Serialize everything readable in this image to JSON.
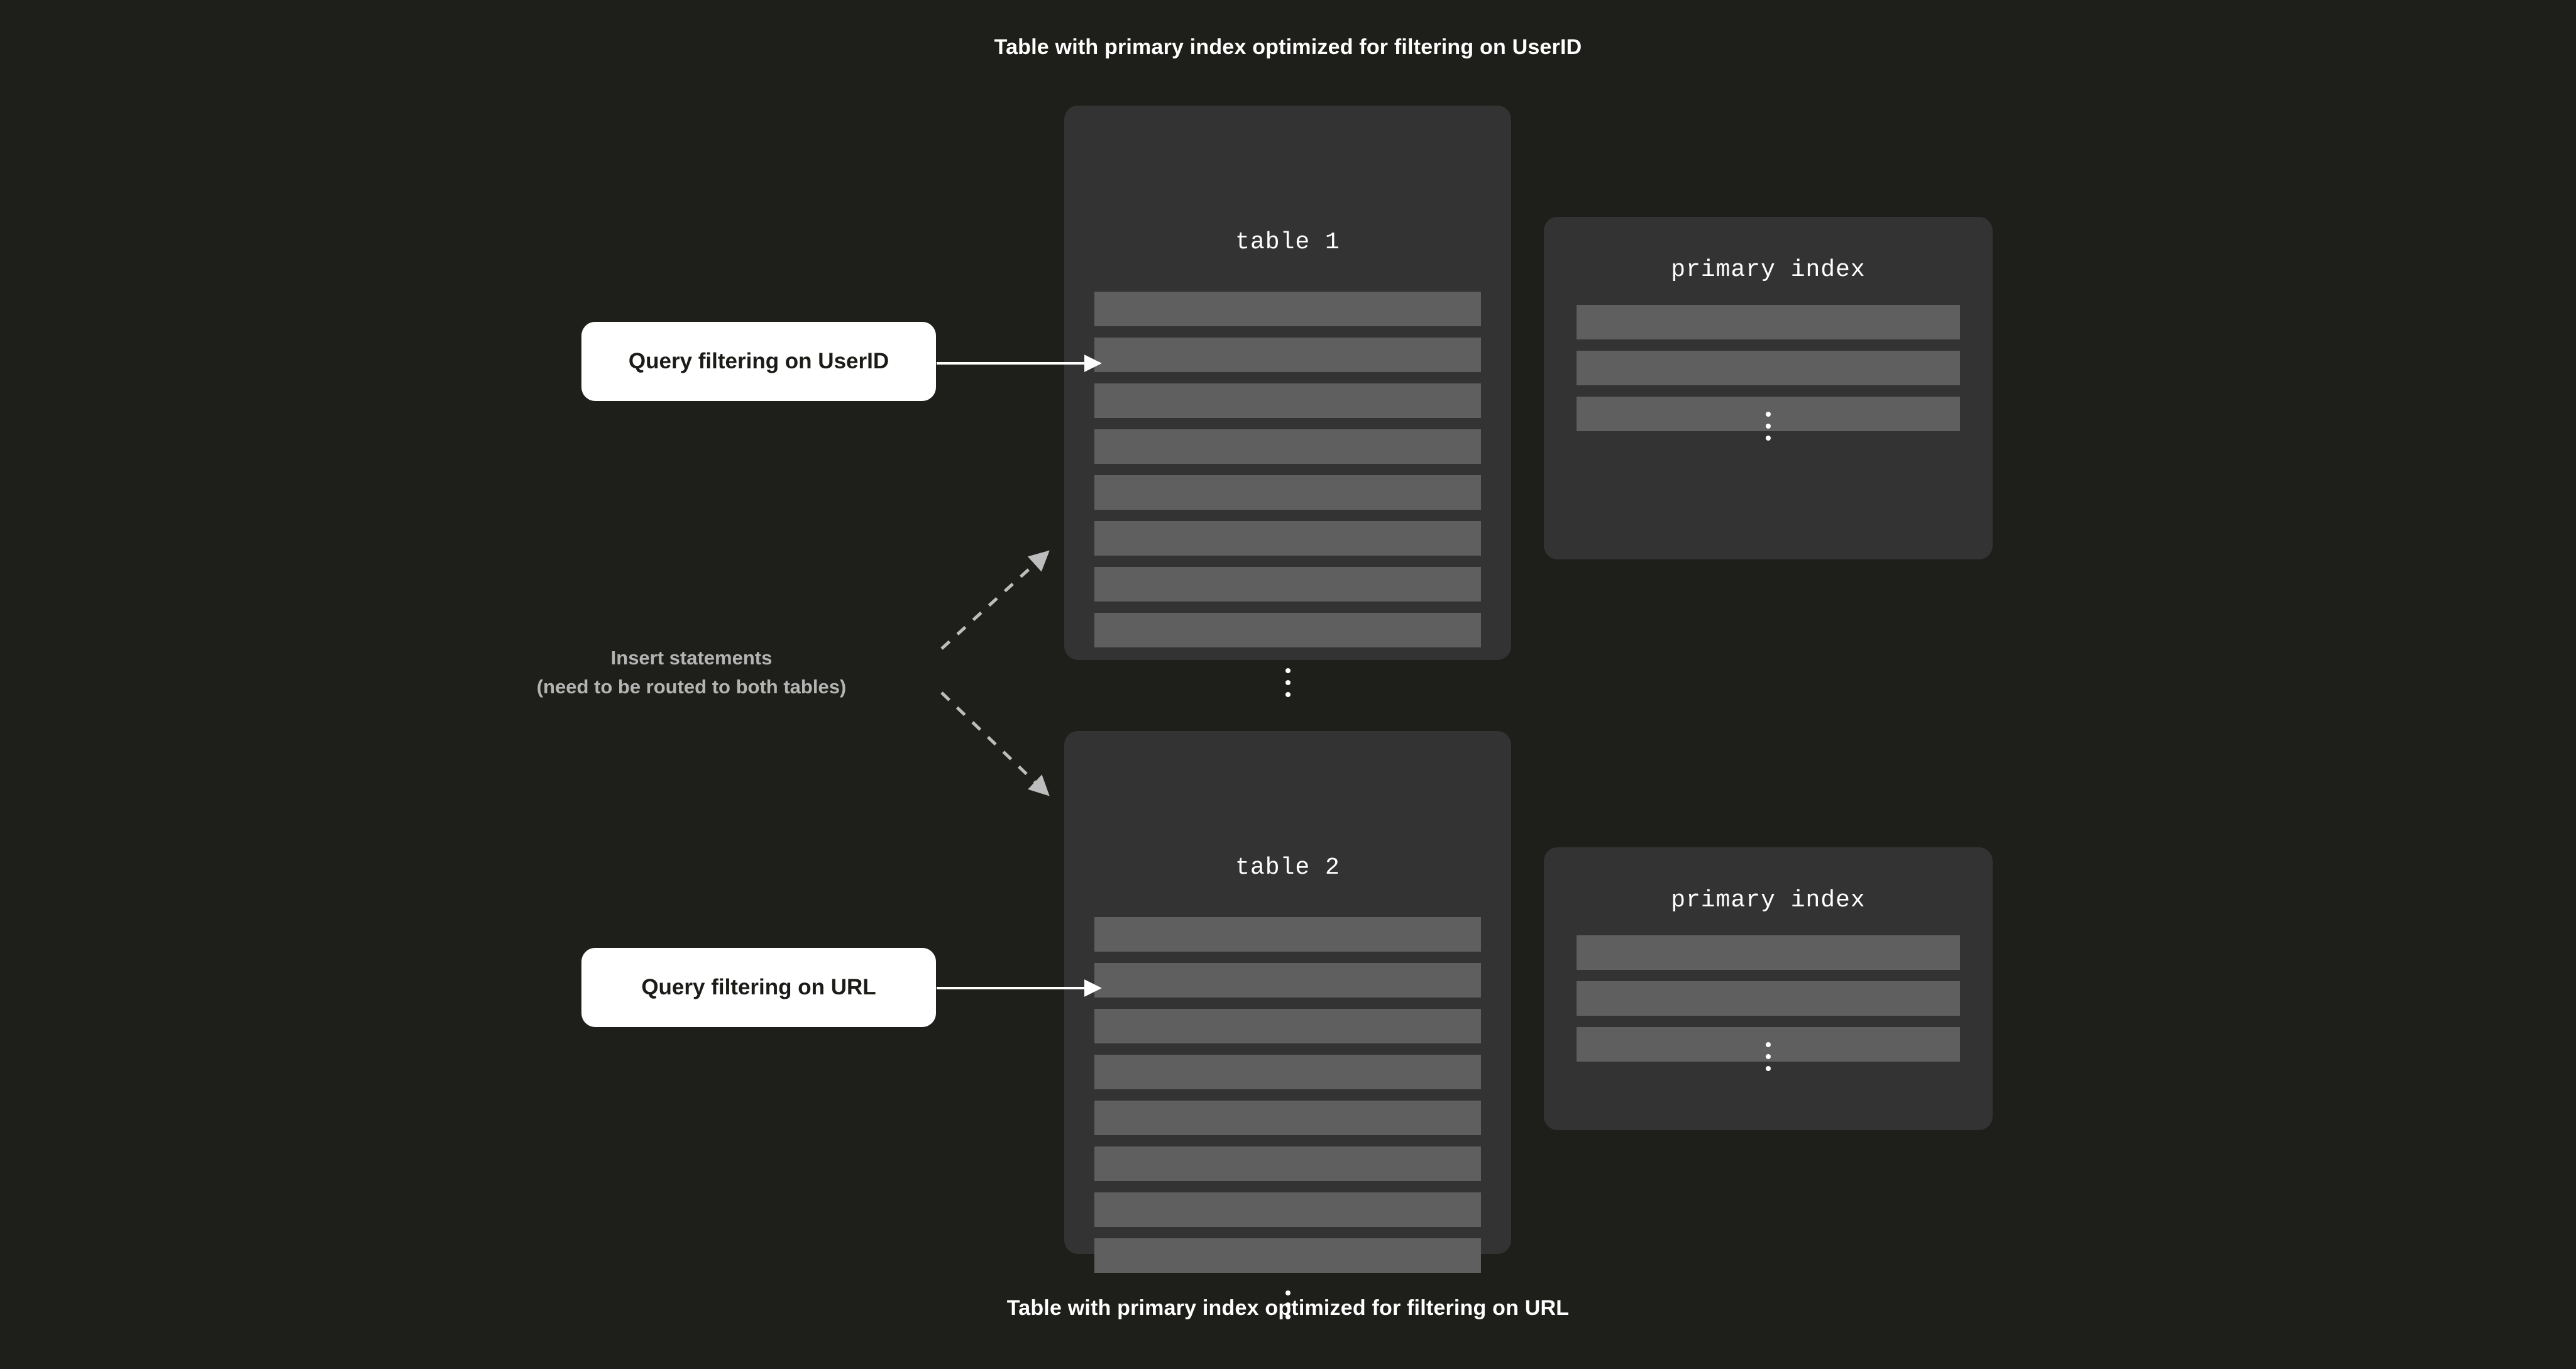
{
  "captions": {
    "top": "Table with primary index optimized for filtering on UserID",
    "bottom": "Table with primary index optimized for filtering on URL"
  },
  "colors": {
    "background": "#1e1e1a",
    "panel": "#333333",
    "row": "#5f5f5f",
    "callout_bg": "#ffffff",
    "callout_text": "#1b1b18",
    "arrow_solid": "#ffffff",
    "arrow_dashed": "#bdbdbd",
    "muted_text": "#b4b4b4"
  },
  "panels": {
    "table1": {
      "title": "table 1",
      "row_count": 8,
      "ellipsis": "vertical-ellipsis"
    },
    "table2": {
      "title": "table 2",
      "row_count": 8,
      "ellipsis": "vertical-ellipsis"
    },
    "primary_index_1": {
      "title": "primary index",
      "row_count": 3,
      "ellipsis": "vertical-ellipsis"
    },
    "primary_index_2": {
      "title": "primary index",
      "row_count": 3,
      "ellipsis": "vertical-ellipsis"
    }
  },
  "callouts": {
    "query_userid": "Query filtering on UserID",
    "query_url": "Query filtering on URL"
  },
  "insert_label": {
    "line1": "Insert statements",
    "line2": "(need to be routed to both tables)"
  },
  "arrows": {
    "query_userid_to_table1": "solid-arrow-right",
    "query_url_to_table2": "solid-arrow-right",
    "insert_to_table1": "dashed-arrow-up-right",
    "insert_to_table2": "dashed-arrow-down-right"
  }
}
